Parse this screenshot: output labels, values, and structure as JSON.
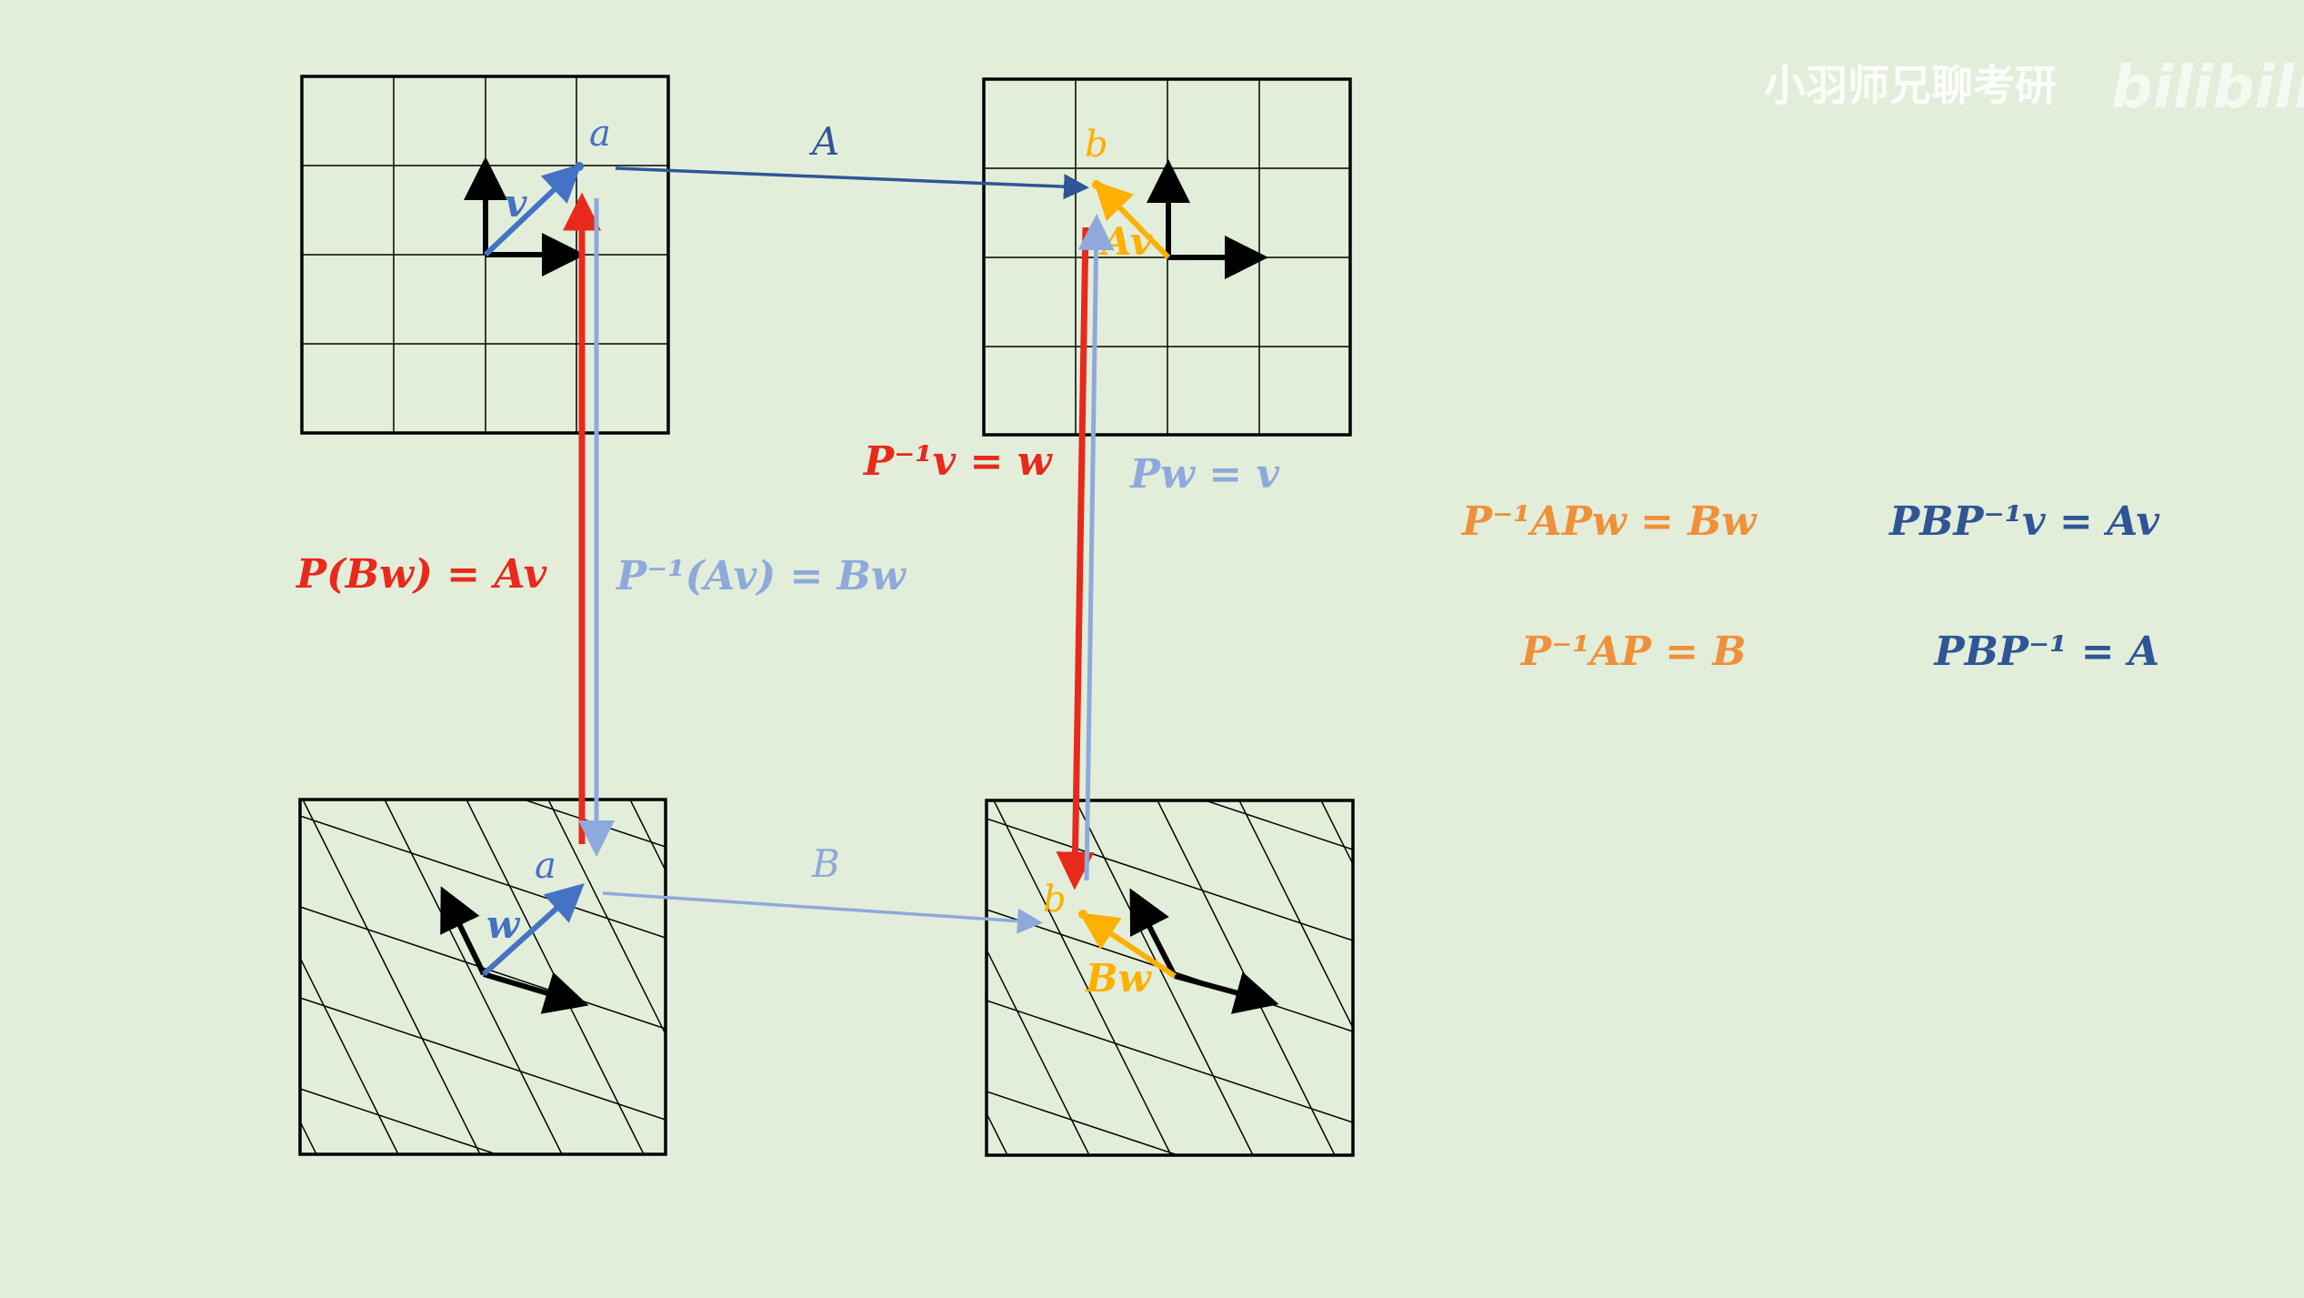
{
  "colors": {
    "background": "#e2eed9",
    "frame": "#000000",
    "red": "#e8291c",
    "light_blue": "#8fa9dc",
    "mid_blue": "#4472c4",
    "dark_blue": "#2f5597",
    "yellow": "#ffb000",
    "orange": "#f0903a",
    "white": "#ffffff"
  },
  "watermark": {
    "text": "小羽师兄聊考研",
    "logo": "bilibili"
  },
  "points": {
    "a_top": "a",
    "b_top": "b",
    "a_bottom": "a",
    "b_bottom": "b"
  },
  "vectors": {
    "v": "v",
    "Av": "Av",
    "w": "w",
    "Bw": "Bw"
  },
  "maps": {
    "A": "A",
    "B": "B"
  },
  "equations": {
    "P_Bw_eq_Av": "P(Bw) = Av",
    "Pinv_Av_eq_Bw": "P⁻¹(Av) = Bw",
    "Pinv_v_eq_w": "P⁻¹v = w",
    "Pw_eq_v": "Pw = v",
    "Pinv_APw_eq_Bw": "P⁻¹APw = Bw",
    "PBPinv_v_eq_Av": "PBP⁻¹v = Av",
    "Pinv_AP_eq_B": "P⁻¹AP = B",
    "PBPinv_eq_A": "PBP⁻¹ = A"
  }
}
